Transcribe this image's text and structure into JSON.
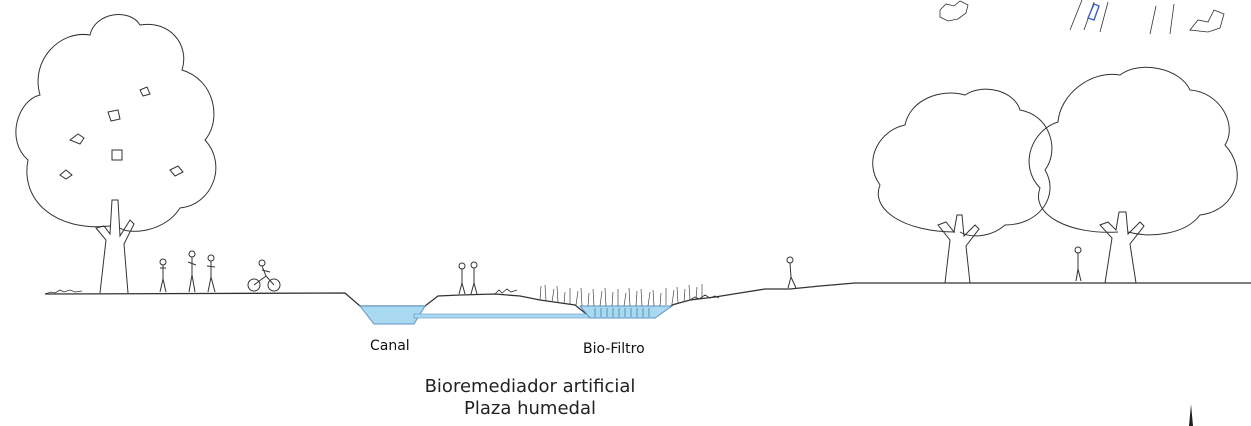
{
  "labels": {
    "canal": "Canal",
    "biofiltro": "Bio-Filtro"
  },
  "title": {
    "line1": "Bioremediador artificial",
    "line2": "Plaza humedal"
  },
  "colors": {
    "line": "#333333",
    "water": "#a9daf2",
    "water_edge": "#5c93c4",
    "accent_blue": "#3a5fbf"
  }
}
